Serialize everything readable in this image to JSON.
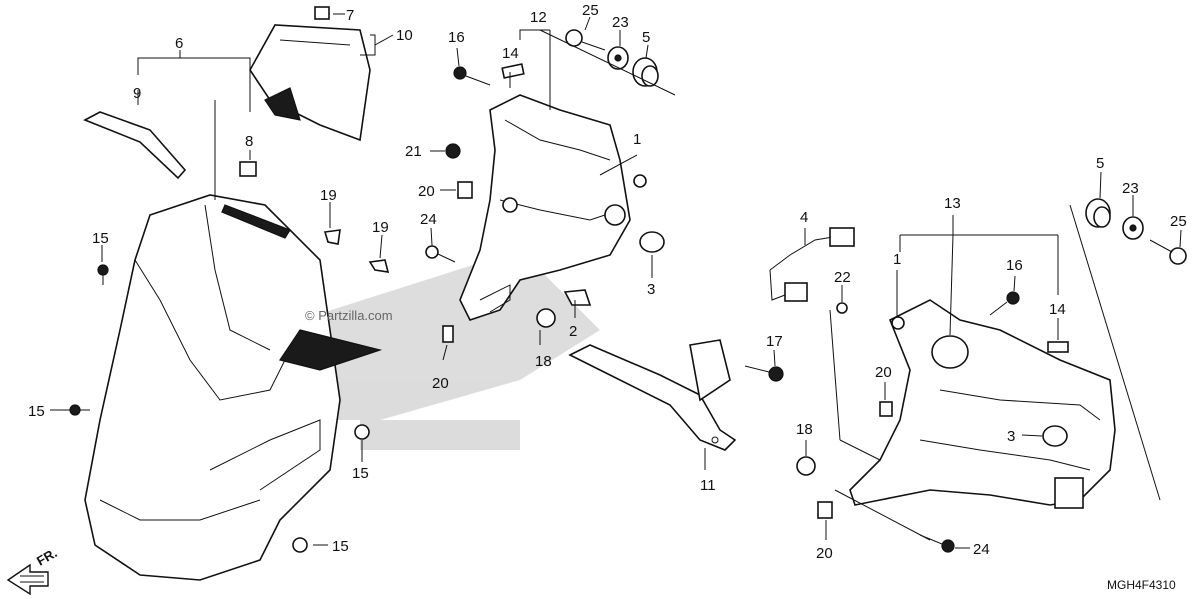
{
  "watermark": "© Partzilla.com",
  "diagram_code": "MGH4F4310",
  "direction_label": "FR.",
  "callouts": {
    "c1a": "1",
    "c1b": "1",
    "c2": "2",
    "c3a": "3",
    "c3b": "3",
    "c4": "4",
    "c5a": "5",
    "c5b": "5",
    "c6": "6",
    "c7": "7",
    "c8": "8",
    "c9": "9",
    "c10": "10",
    "c11": "11",
    "c12": "12",
    "c13": "13",
    "c14a": "14",
    "c14b": "14",
    "c15a": "15",
    "c15b": "15",
    "c15c": "15",
    "c15d": "15",
    "c16a": "16",
    "c16b": "16",
    "c17": "17",
    "c18a": "18",
    "c18b": "18",
    "c19a": "19",
    "c19b": "19",
    "c20a": "20",
    "c20b": "20",
    "c20c": "20",
    "c20d": "20",
    "c21": "21",
    "c22": "22",
    "c23a": "23",
    "c23b": "23",
    "c24a": "24",
    "c24b": "24",
    "c25a": "25",
    "c25b": "25"
  }
}
